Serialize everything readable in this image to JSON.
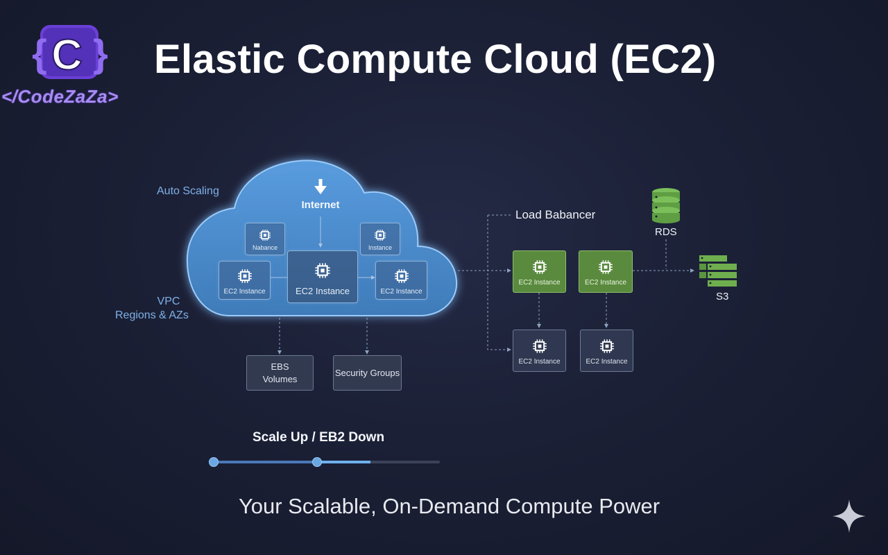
{
  "brand": {
    "logo_text": "</CodeZaZa>"
  },
  "header": {
    "title": "Elastic Compute Cloud (EC2)"
  },
  "diagram": {
    "auto_scaling": "Auto Scaling",
    "vpc": "VPC",
    "regions": "Regions & AZs",
    "internet": "Internet",
    "cloud_boxes": {
      "top_left": "Nabance",
      "top_right": "Instance",
      "mid_left": "EC2 Instance",
      "center": "EC2 Instance",
      "mid_right": "EC2 Instance"
    },
    "ebs_line1": "EBS",
    "ebs_line2": "Volumes",
    "security_groups": "Security Groups",
    "load_balancer": "Load Babancer",
    "rds": "RDS",
    "s3": "S3",
    "green_1": "EC2 Instance",
    "green_2": "EC2 Instance",
    "dark_1": "EC2 Instance",
    "dark_2": "EC2 Instance"
  },
  "scale_control": {
    "label": "Scale Up / EB2 Down",
    "level": 0.4
  },
  "footer": {
    "tagline": "Your Scalable, On-Demand Compute Power"
  },
  "colors": {
    "cloud": "#4e90d0",
    "green": "#5a8a3e",
    "accent": "#7fb1e8",
    "logo": "#6a3fd6"
  }
}
